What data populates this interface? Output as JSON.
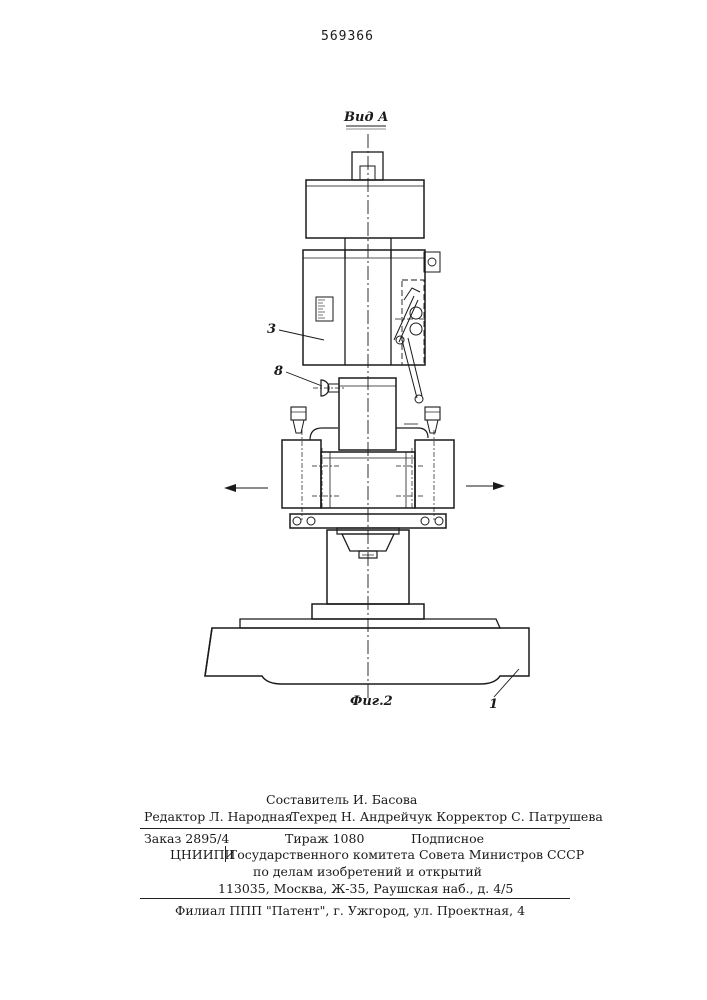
{
  "header": {
    "patent_number": "569366"
  },
  "drawing": {
    "view_label": "Вид А",
    "figure_label": "Фиг.2",
    "callouts": [
      "3",
      "8",
      "1"
    ]
  },
  "credits": {
    "compiler": "Составитель И. Басова",
    "editor": "Редактор Л. Народная",
    "techred_corrector": "Техред Н. Андрейчук Корректор С. Патрушева",
    "order": "Заказ 2895/4",
    "circulation": "Тираж 1080",
    "subscription": "Подписное",
    "org_code": "ЦНИИПИ",
    "committee": "Государственного комитета Совета Министров СССР",
    "affairs": "по делам изобретений и открытий",
    "address": "113035, Москва, Ж-35, Раушская наб., д. 4/5",
    "branch": "Филиал ППП \"Патент\", г. Ужгород, ул. Проектная, 4"
  }
}
